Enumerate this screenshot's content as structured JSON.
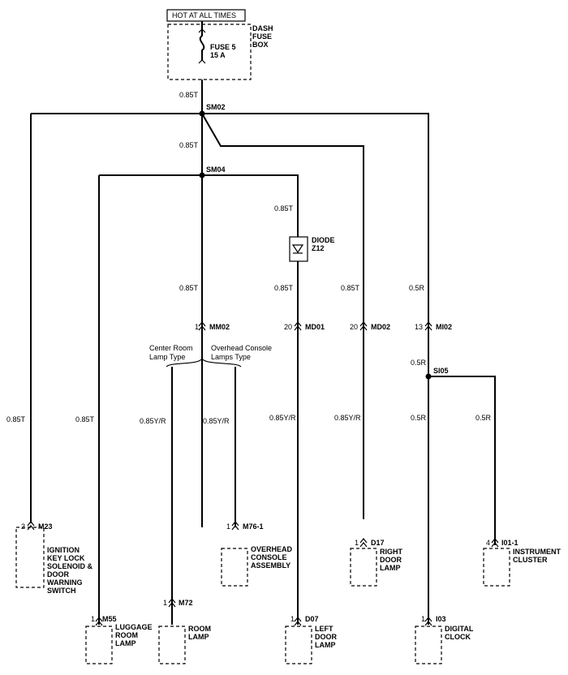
{
  "header": {
    "hot_label": "HOT AT ALL TIMES"
  },
  "fuse_box": {
    "name_lines": [
      "DASH",
      "FUSE",
      "BOX"
    ],
    "fuse_lines": [
      "FUSE 5",
      "15 A"
    ]
  },
  "splices": {
    "sm02": "SM02",
    "sm04": "SM04",
    "si05": "SI05"
  },
  "diode": {
    "lines": [
      "DIODE",
      "Z12"
    ]
  },
  "wires": {
    "w_top": "0.85T",
    "w_mid": "0.85T",
    "w_left": "0.85T",
    "w_luggage": "0.85T",
    "w_mm02": "0.85T",
    "w_diode_in": "0.85T",
    "w_diode_out": "0.85T",
    "w_md02": "0.85T",
    "w_mi02": "0.5R",
    "w_si05": "0.5R",
    "w_room": "0.85Y/R",
    "w_overhead": "0.85Y/R",
    "w_left_door": "0.85Y/R",
    "w_right_door": "0.85Y/R",
    "w_clock": "0.5R",
    "w_cluster": "0.5R"
  },
  "options": {
    "center": [
      "Center Room",
      "Lamp Type"
    ],
    "overhead": [
      "Overhead Console",
      "Lamps Type"
    ]
  },
  "connectors": {
    "mm02": {
      "pin": "1",
      "id": "MM02"
    },
    "md01": {
      "pin": "20",
      "id": "MD01"
    },
    "md02": {
      "pin": "20",
      "id": "MD02"
    },
    "mi02": {
      "pin": "13",
      "id": "MI02"
    },
    "m23": {
      "pin": "2",
      "id": "M23"
    },
    "m76": {
      "pin": "1",
      "id": "M76-1"
    },
    "d17": {
      "pin": "1",
      "id": "D17"
    },
    "i01": {
      "pin": "4",
      "id": "I01-1"
    },
    "m55": {
      "pin": "1",
      "id": "M55"
    },
    "m72": {
      "pin": "1",
      "id": "M72"
    },
    "d07": {
      "pin": "1",
      "id": "D07"
    },
    "i03": {
      "pin": "1",
      "id": "I03"
    }
  },
  "components": {
    "ignition": [
      "IGNITION",
      "KEY LOCK",
      "SOLENOID &",
      "DOOR",
      "WARNING",
      "SWITCH"
    ],
    "overhead": [
      "OVERHEAD",
      "CONSOLE",
      "ASSEMBLY"
    ],
    "right_door": [
      "RIGHT",
      "DOOR",
      "LAMP"
    ],
    "cluster": [
      "INSTRUMENT",
      "CLUSTER"
    ],
    "luggage": [
      "LUGGAGE",
      "ROOM",
      "LAMP"
    ],
    "room": [
      "ROOM",
      "LAMP"
    ],
    "left_door": [
      "LEFT",
      "DOOR",
      "LAMP"
    ],
    "clock": [
      "DIGITAL",
      "CLOCK"
    ]
  }
}
